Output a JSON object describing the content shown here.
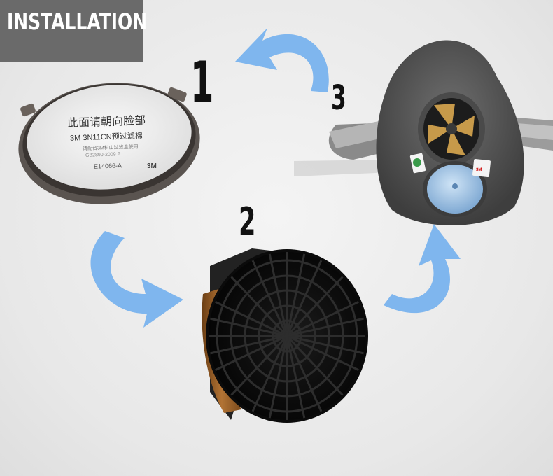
{
  "banner": {
    "title": "INSTALLATION",
    "bg_color": "#6a6a6a"
  },
  "steps": {
    "one": "1",
    "two": "2",
    "three": "3"
  },
  "pad": {
    "line1": "此面请朝向脸部",
    "line2": "3M 3N11CN预过滤棉",
    "line3": "请配合3M科山过滤盒使用",
    "line4": "GB2890-2009 P",
    "line5": "E14066-A",
    "brand": "3M"
  },
  "mask": {
    "brand": "3M"
  },
  "colors": {
    "arrow": "#7fb6ee",
    "cartridge_band": "#a0662c",
    "mask_body": "#5c5c5c"
  },
  "icons": [
    "curved-arrow-icon"
  ]
}
